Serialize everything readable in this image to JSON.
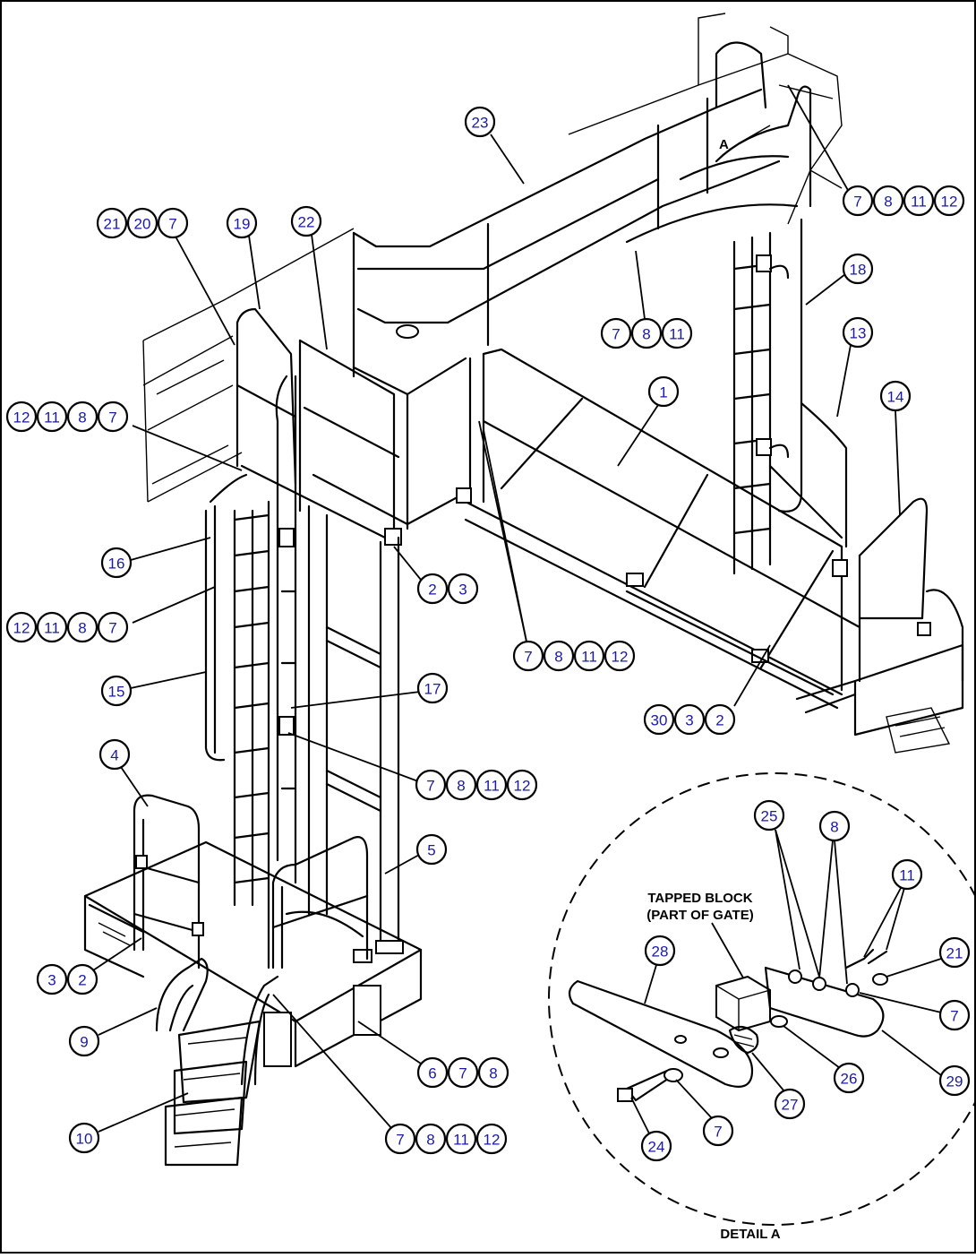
{
  "diagram": {
    "detail_title": "DETAIL A",
    "detail_view_letter": "A",
    "tapped_block_label": [
      "TAPPED BLOCK",
      "(PART OF GATE)"
    ],
    "callout_groups": [
      {
        "id": "g-23",
        "labels": [
          "23"
        ]
      },
      {
        "id": "g-21-20-7",
        "labels": [
          "21",
          "20",
          "7"
        ]
      },
      {
        "id": "g-19",
        "labels": [
          "19"
        ]
      },
      {
        "id": "g-22",
        "labels": [
          "22"
        ]
      },
      {
        "id": "g-7-8-11-12-top",
        "labels": [
          "7",
          "8",
          "11",
          "12"
        ]
      },
      {
        "id": "g-18",
        "labels": [
          "18"
        ]
      },
      {
        "id": "g-7-8-11",
        "labels": [
          "7",
          "8",
          "11"
        ]
      },
      {
        "id": "g-13",
        "labels": [
          "13"
        ]
      },
      {
        "id": "g-12-11-8-7-upper",
        "labels": [
          "12",
          "11",
          "8",
          "7"
        ]
      },
      {
        "id": "g-1",
        "labels": [
          "1"
        ]
      },
      {
        "id": "g-14",
        "labels": [
          "14"
        ]
      },
      {
        "id": "g-16",
        "labels": [
          "16"
        ]
      },
      {
        "id": "g-2-3",
        "labels": [
          "2",
          "3"
        ]
      },
      {
        "id": "g-12-11-8-7-lower",
        "labels": [
          "12",
          "11",
          "8",
          "7"
        ]
      },
      {
        "id": "g-7-8-11-12-mid",
        "labels": [
          "7",
          "8",
          "11",
          "12"
        ]
      },
      {
        "id": "g-15",
        "labels": [
          "15"
        ]
      },
      {
        "id": "g-17",
        "labels": [
          "17"
        ]
      },
      {
        "id": "g-30-3-2",
        "labels": [
          "30",
          "3",
          "2"
        ]
      },
      {
        "id": "g-7-8-11-12-ladder",
        "labels": [
          "7",
          "8",
          "11",
          "12"
        ]
      },
      {
        "id": "g-4",
        "labels": [
          "4"
        ]
      },
      {
        "id": "g-5",
        "labels": [
          "5"
        ]
      },
      {
        "id": "g-3-2",
        "labels": [
          "3",
          "2"
        ]
      },
      {
        "id": "g-9",
        "labels": [
          "9"
        ]
      },
      {
        "id": "g-6-7-8",
        "labels": [
          "6",
          "7",
          "8"
        ]
      },
      {
        "id": "g-10",
        "labels": [
          "10"
        ]
      },
      {
        "id": "g-7-8-11-12-bottom",
        "labels": [
          "7",
          "8",
          "11",
          "12"
        ]
      },
      {
        "id": "g-25",
        "labels": [
          "25"
        ]
      },
      {
        "id": "g-8-detail",
        "labels": [
          "8"
        ]
      },
      {
        "id": "g-11-detail",
        "labels": [
          "11"
        ]
      },
      {
        "id": "g-28",
        "labels": [
          "28"
        ]
      },
      {
        "id": "g-21-detail",
        "labels": [
          "21"
        ]
      },
      {
        "id": "g-7-detail-right",
        "labels": [
          "7"
        ]
      },
      {
        "id": "g-26",
        "labels": [
          "26"
        ]
      },
      {
        "id": "g-29",
        "labels": [
          "29"
        ]
      },
      {
        "id": "g-27",
        "labels": [
          "27"
        ]
      },
      {
        "id": "g-24",
        "labels": [
          "24"
        ]
      },
      {
        "id": "g-7-detail-bottom",
        "labels": [
          "7"
        ]
      }
    ]
  }
}
